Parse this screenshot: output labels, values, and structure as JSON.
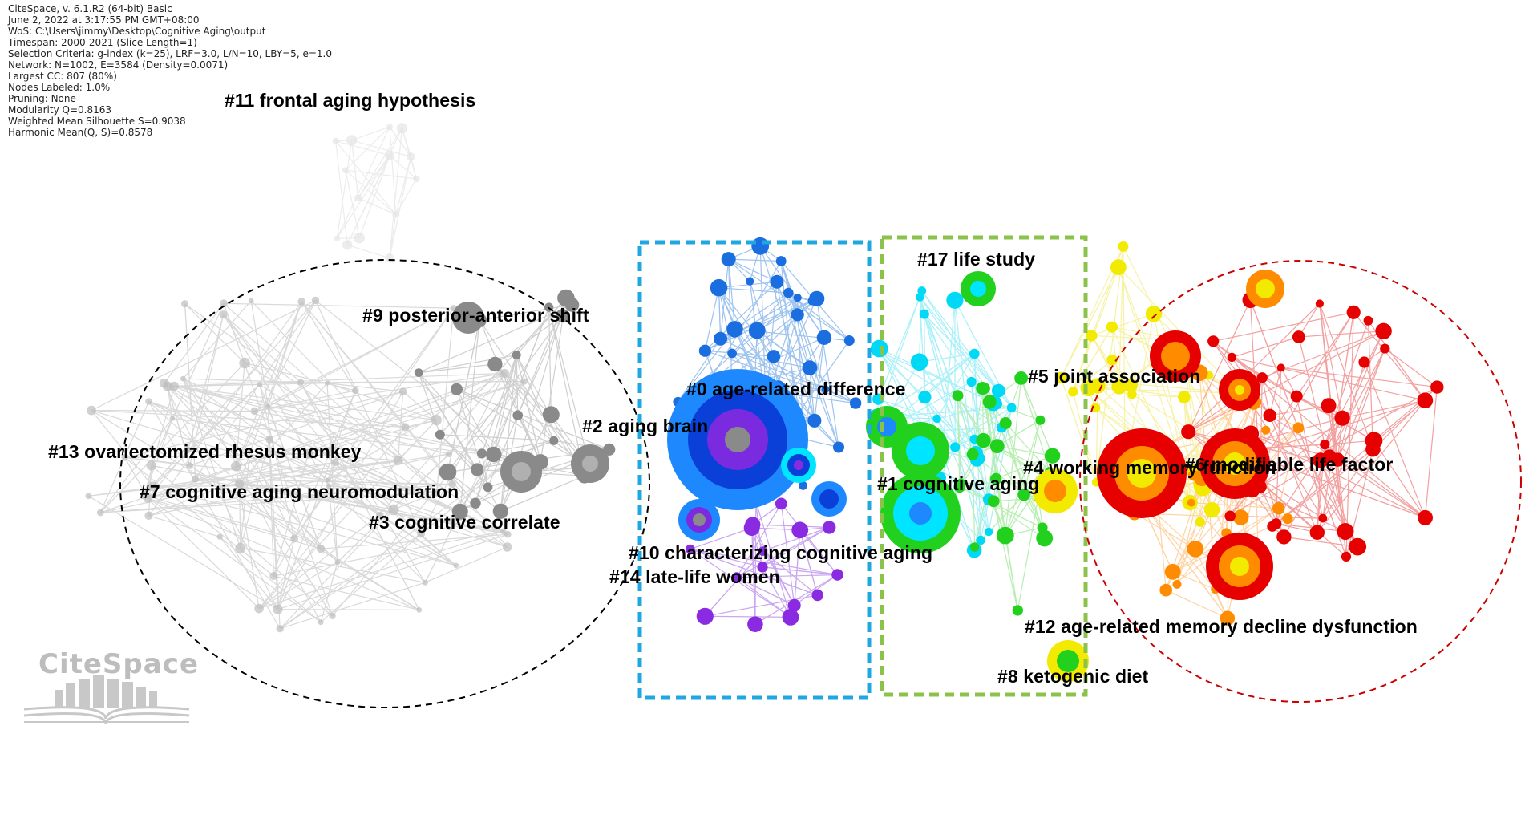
{
  "meta": {
    "lines": [
      "CiteSpace, v. 6.1.R2 (64-bit) Basic",
      "June 2, 2022 at 3:17:55 PM GMT+08:00",
      "WoS: C:\\Users\\jimmy\\Desktop\\Cognitive Aging\\output",
      "Timespan: 2000-2021 (Slice Length=1)",
      "Selection Criteria: g-index (k=25), LRF=3.0, L/N=10, LBY=5, e=1.0",
      "Network: N=1002, E=3584 (Density=0.0071)",
      "Largest CC: 807 (80%)",
      "Nodes Labeled: 1.0%",
      "Pruning: None",
      "Modularity Q=0.8163",
      "Weighted Mean Silhouette S=0.9038",
      "Harmonic Mean(Q, S)=0.8578"
    ]
  },
  "clusters": [
    {
      "id": "c11",
      "label": "#11 frontal aging hypothesis"
    },
    {
      "id": "c9",
      "label": "#9 posterior-anterior shift"
    },
    {
      "id": "c13",
      "label": "#13 ovariectomized rhesus monkey"
    },
    {
      "id": "c7",
      "label": "#7 cognitive aging neuromodulation"
    },
    {
      "id": "c3",
      "label": "#3 cognitive correlate"
    },
    {
      "id": "c2",
      "label": "#2 aging brain"
    },
    {
      "id": "c0",
      "label": "#0 age-related difference"
    },
    {
      "id": "c10",
      "label": "#10 characterizing cognitive aging"
    },
    {
      "id": "c14",
      "label": "#14 late-life women"
    },
    {
      "id": "c17",
      "label": "#17 life study"
    },
    {
      "id": "c1",
      "label": "#1 cognitive aging"
    },
    {
      "id": "c5",
      "label": "#5 joint association"
    },
    {
      "id": "c4",
      "label": "#4 working memory function"
    },
    {
      "id": "c6",
      "label": "#6 modifiable life factor"
    },
    {
      "id": "c12",
      "label": "#12 age-related memory decline dysfunction"
    },
    {
      "id": "c8",
      "label": "#8 ketogenic diet"
    }
  ],
  "logo": {
    "text": "CiteSpace"
  },
  "colors": {
    "grey_cluster": "#7a7a7a",
    "blue_cluster": "#1a5fd6",
    "purple_cluster": "#8a2be2",
    "green_cluster": "#22d11e",
    "cyan_cluster": "#00e5ff",
    "yellow_cluster": "#f5f000",
    "orange_cluster": "#ff8c00",
    "red_cluster": "#e60000",
    "black_ellipse": "#000000",
    "blue_box": "#1ea7e0",
    "green_box": "#8bc34a",
    "red_ellipse": "#cc0000"
  }
}
